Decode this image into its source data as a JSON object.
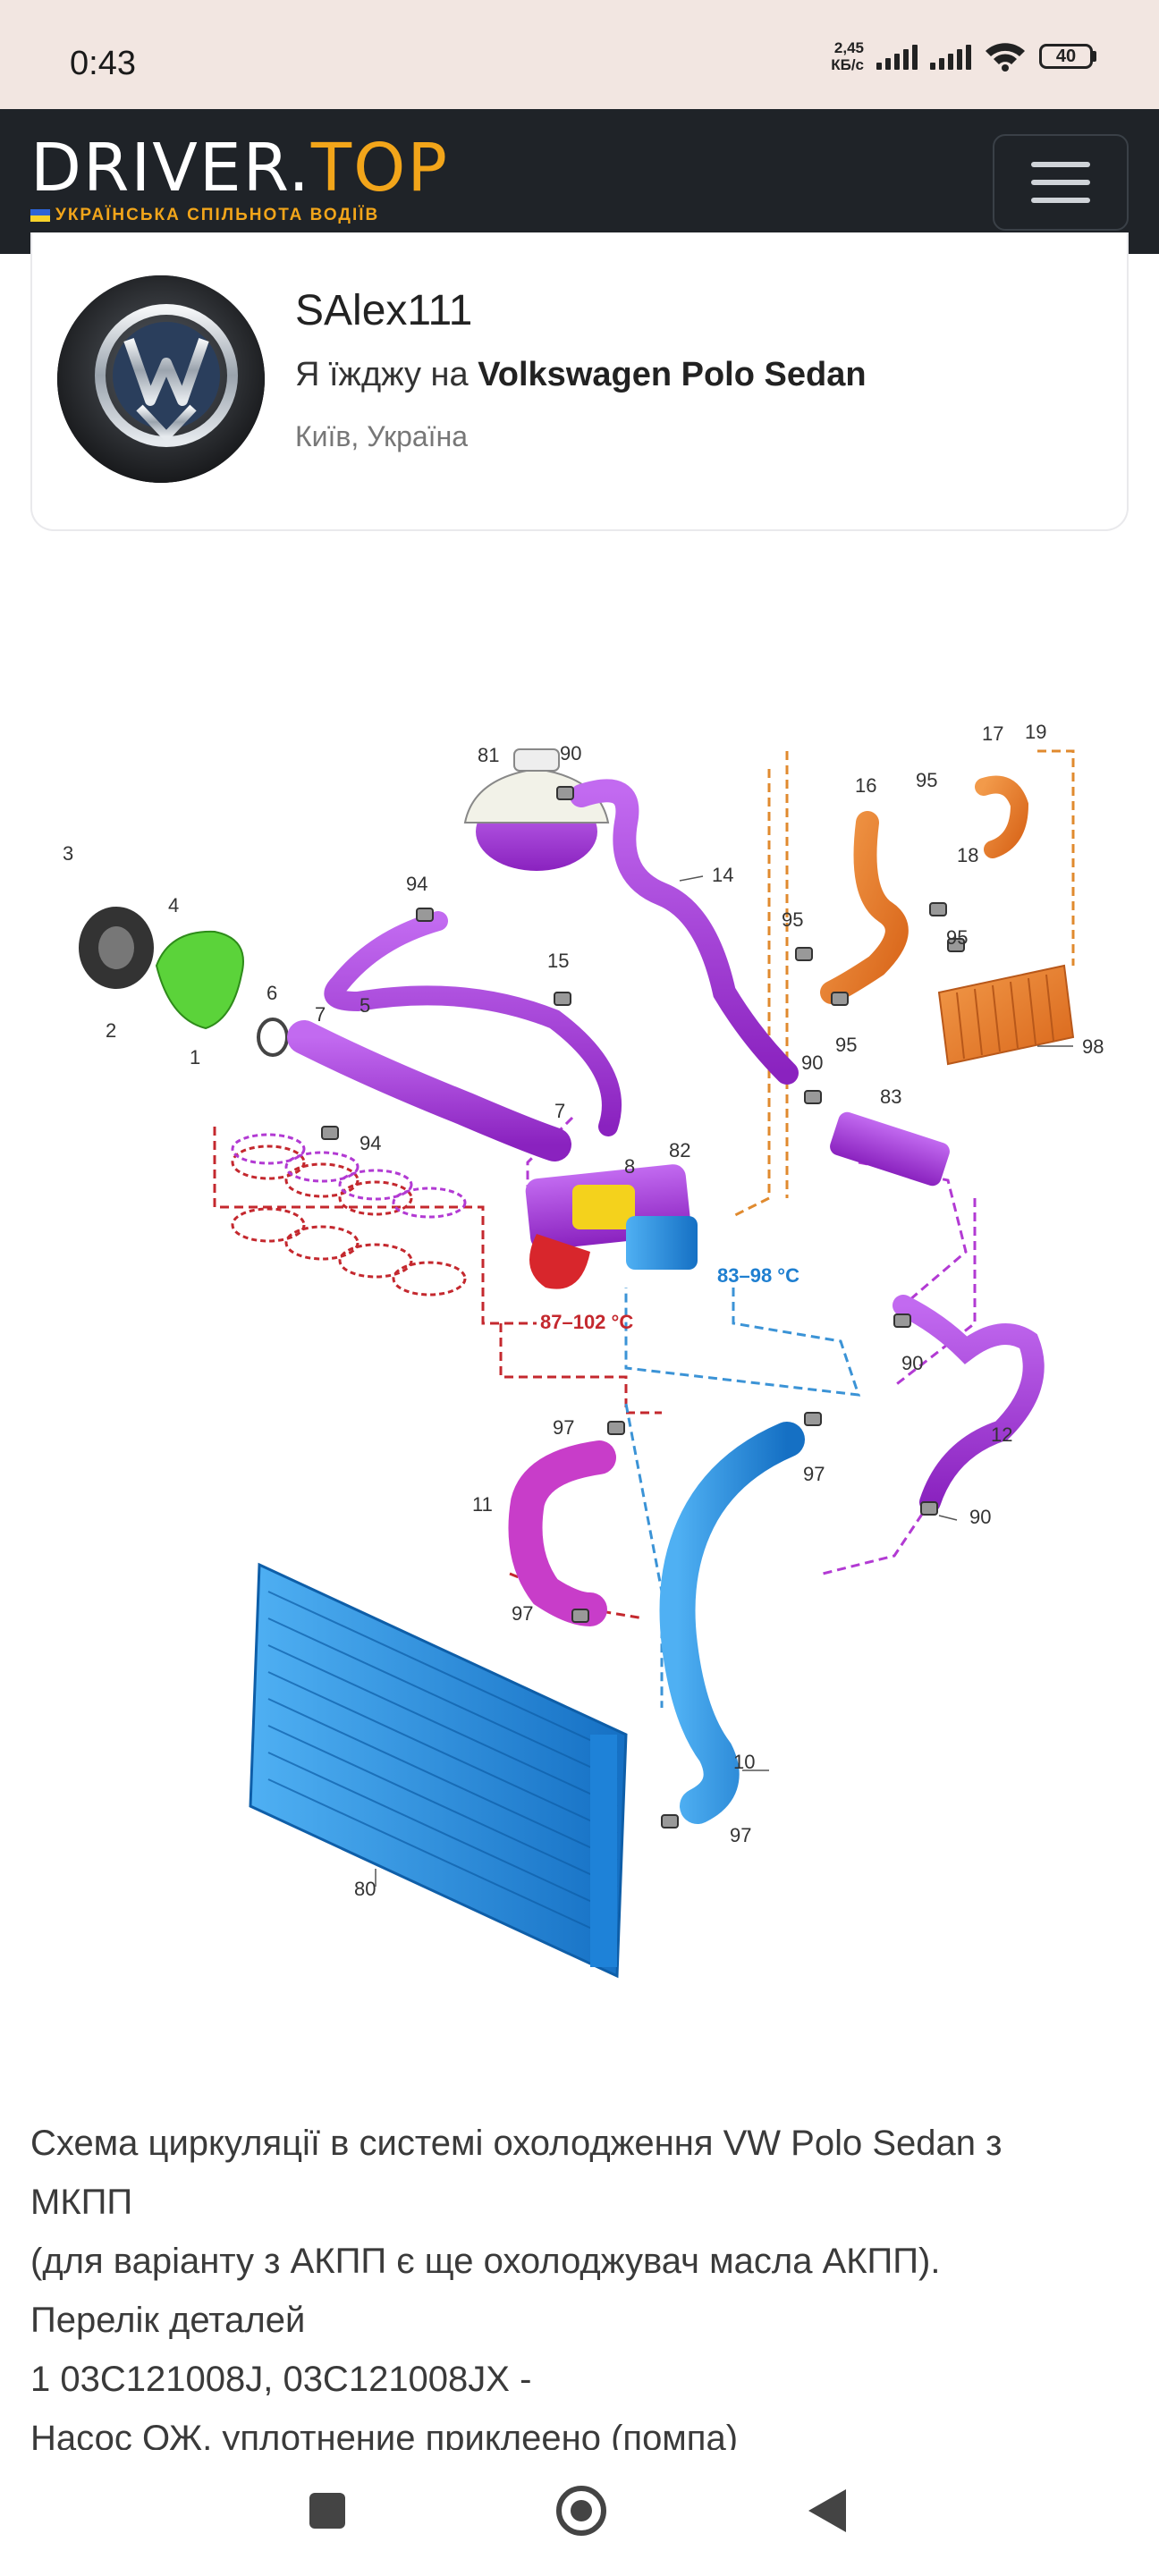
{
  "status": {
    "time": "0:43",
    "net_speed_value": "2,45",
    "net_speed_unit": "КБ/с",
    "battery": "40"
  },
  "header": {
    "logo_main": "DRIVER.",
    "logo_tld": "TOP",
    "tagline": "УКРАЇНСЬКА СПІЛЬНОТА ВОДІЇВ"
  },
  "profile": {
    "username": "SAlex111",
    "drives_prefix": "Я їжджу на",
    "car": "Volkswagen Polo Sedan",
    "location": "Київ, Україна"
  },
  "diagram": {
    "part_labels": [
      "1",
      "2",
      "3",
      "4",
      "5",
      "6",
      "7",
      "7",
      "8",
      "10",
      "11",
      "12",
      "14",
      "15",
      "16",
      "17",
      "18",
      "19",
      "80",
      "81",
      "82",
      "83",
      "90",
      "90",
      "90",
      "90",
      "94",
      "94",
      "95",
      "95",
      "95",
      "95",
      "97",
      "97",
      "97",
      "97",
      "98"
    ],
    "temp_hot": "87–102 °C",
    "temp_cool": "83–98 °C",
    "colors": {
      "purple": "#a63bd6",
      "blue": "#1f8de0",
      "orange": "#e8791f",
      "red": "#d8262c",
      "green": "#5bd33a",
      "yellow": "#f4d21c"
    }
  },
  "article": {
    "line1": "Схема циркуляції в системі охолодження VW Polo Sedan з",
    "line2": "МКПП",
    "line3": "(для варіанту з АКПП є ще охолоджувач масла АКПП).",
    "line4": "Перелік деталей",
    "line5": "1 03C121008J, 03C121008JX -",
    "line6": "Насос ОЖ, уплотнение приклеено (помпа)"
  }
}
